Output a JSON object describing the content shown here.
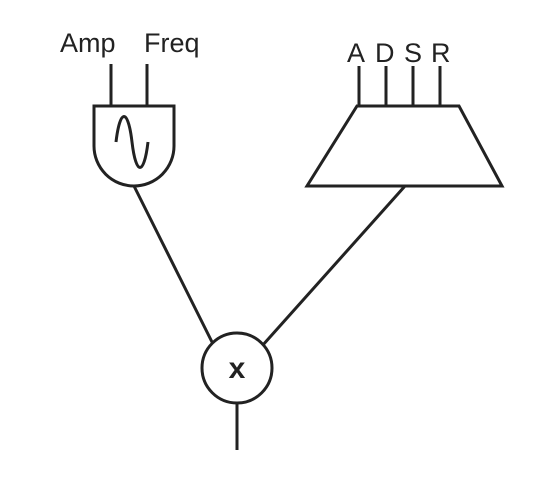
{
  "oscillator": {
    "input_amp": "Amp",
    "input_freq": "Freq",
    "icon": "sine-wave-icon"
  },
  "envelope": {
    "input_a": "A",
    "input_d": "D",
    "input_s": "S",
    "input_r": "R"
  },
  "multiplier": {
    "symbol": "x"
  },
  "colors": {
    "stroke": "#222222",
    "background": "#ffffff"
  }
}
